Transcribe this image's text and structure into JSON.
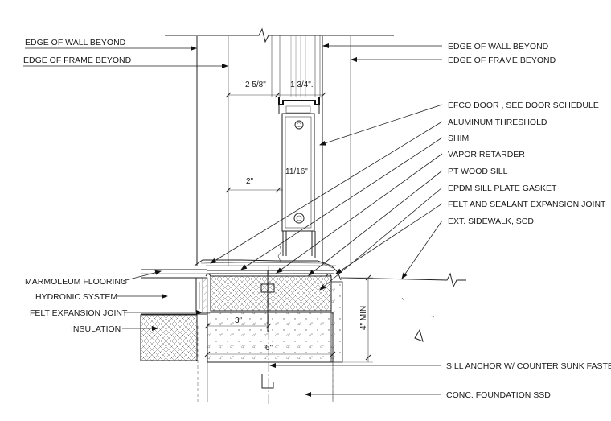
{
  "labels": {
    "left": {
      "edge_of_wall_beyond": "EDGE OF WALL BEYOND",
      "edge_of_frame_beyond": "EDGE OF FRAME BEYOND",
      "marmoleum_flooring": "MARMOLEUM FLOORING",
      "hydronic_system": "HYDRONIC SYSTEM",
      "felt_expansion_joint": "FELT EXPANSION JOINT",
      "insulation": "INSULATION"
    },
    "right": {
      "edge_of_wall_beyond": "EDGE OF WALL BEYOND",
      "edge_of_frame_beyond": "EDGE OF FRAME BEYOND",
      "efco_door": "EFCO DOOR , SEE DOOR SCHEDULE",
      "aluminum_threshold": "ALUMINUM THRESHOLD",
      "shim": "SHIM",
      "vapor_retarder": "VAPOR RETARDER",
      "pt_wood_sill": "PT WOOD SILL",
      "epdm_sill_plate_gasket": "EPDM SILL PLATE GASKET",
      "felt_sealant_expansion_joint": "FELT AND SEALANT EXPANSION JOINT",
      "ext_sidewalk": "EXT. SIDEWALK, SCD",
      "sill_anchor": "SILL ANCHOR W/ COUNTER SUNK FASTENER",
      "conc_foundation": "CONC. FOUNDATION SSD"
    }
  },
  "dimensions": {
    "d_2_5_8": "2 5/8\"",
    "d_1_3_4": "1 3/4\".",
    "d_11_16": "11/16\"",
    "d_2": "2\"",
    "d_3": "3\"",
    "d_6": "6\"",
    "d_4_min": "4\" MIN"
  }
}
